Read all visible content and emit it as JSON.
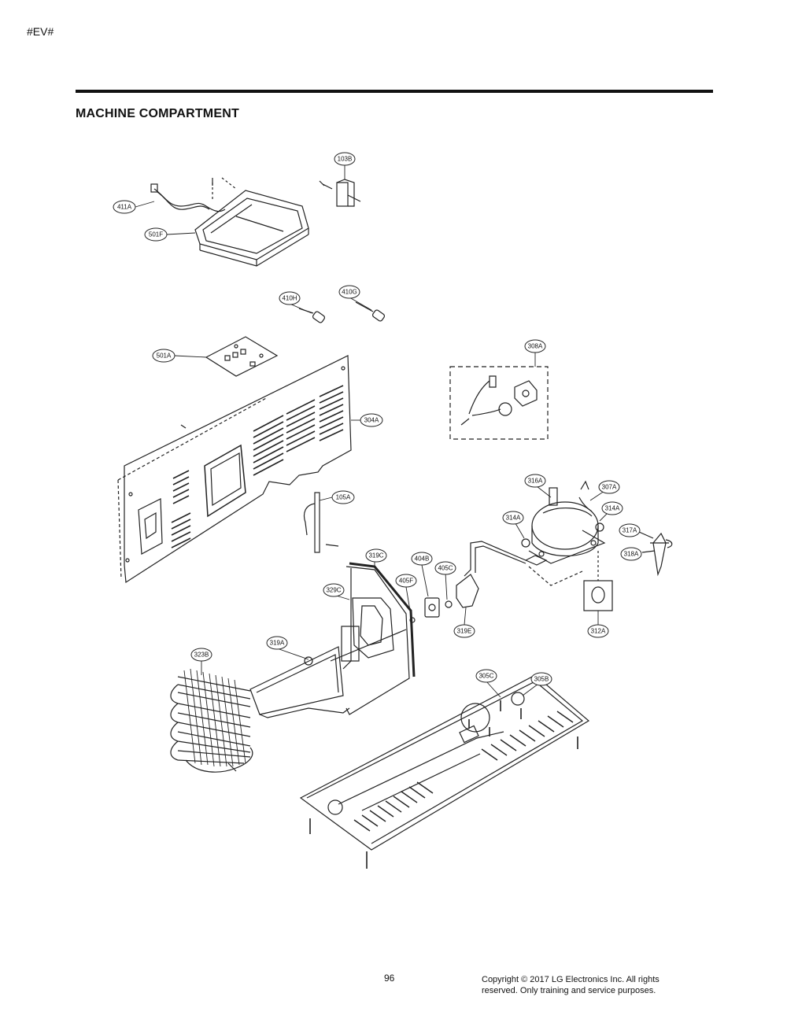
{
  "page": {
    "corner_tag": "#EV#",
    "section_title": "MACHINE COMPARTMENT",
    "page_number": "96",
    "copyright_line1": "Copyright © 2017 LG Electronics Inc. All rights",
    "copyright_line2": "reserved. Only training and service purposes."
  },
  "callouts": {
    "c103B": "103B",
    "c411A": "411A",
    "c501F": "501F",
    "c410H": "410H",
    "c410G": "410G",
    "c501A": "501A",
    "c304A": "304A",
    "c308A": "308A",
    "c105A": "105A",
    "c316A": "316A",
    "c307A": "307A",
    "c314A_right": "314A",
    "c314A_left": "314A",
    "c317A": "317A",
    "c318A": "318A",
    "c319C": "319C",
    "c404B": "404B",
    "c405C": "405C",
    "c405F": "405F",
    "c329C": "329C",
    "c319E": "319E",
    "c312A": "312A",
    "c319A": "319A",
    "c323B": "323B",
    "c305C": "305C",
    "c305B": "305B"
  }
}
